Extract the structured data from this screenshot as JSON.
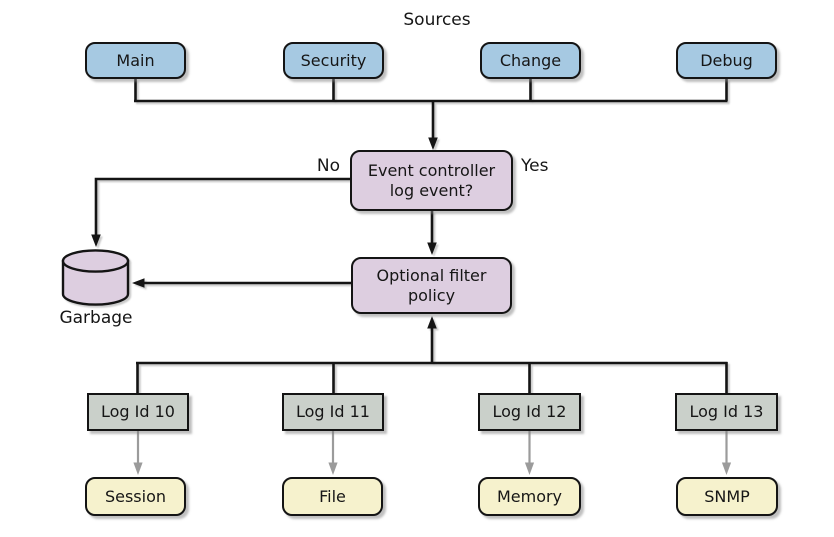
{
  "diagram": {
    "title": "Sources",
    "sources": [
      {
        "label": "Main"
      },
      {
        "label": "Security"
      },
      {
        "label": "Change"
      },
      {
        "label": "Debug"
      }
    ],
    "decision": {
      "line1": "Event controller",
      "line2": "log event?",
      "no_label": "No",
      "yes_label": "Yes"
    },
    "filter": {
      "line1": "Optional filter",
      "line2": "policy"
    },
    "garbage_label": "Garbage",
    "log_ids": [
      {
        "label": "Log Id 10"
      },
      {
        "label": "Log Id 11"
      },
      {
        "label": "Log Id 12"
      },
      {
        "label": "Log Id 13"
      }
    ],
    "targets": [
      {
        "label": "Session"
      },
      {
        "label": "File"
      },
      {
        "label": "Memory"
      },
      {
        "label": "SNMP"
      }
    ],
    "colors": {
      "source_fill": "#a6c9e2",
      "decision_fill": "#ddcee0",
      "log_fill": "#cad0ca",
      "target_fill": "#f6f2cd",
      "line": "#141414",
      "gray_arrow": "#9b9b9b"
    }
  }
}
